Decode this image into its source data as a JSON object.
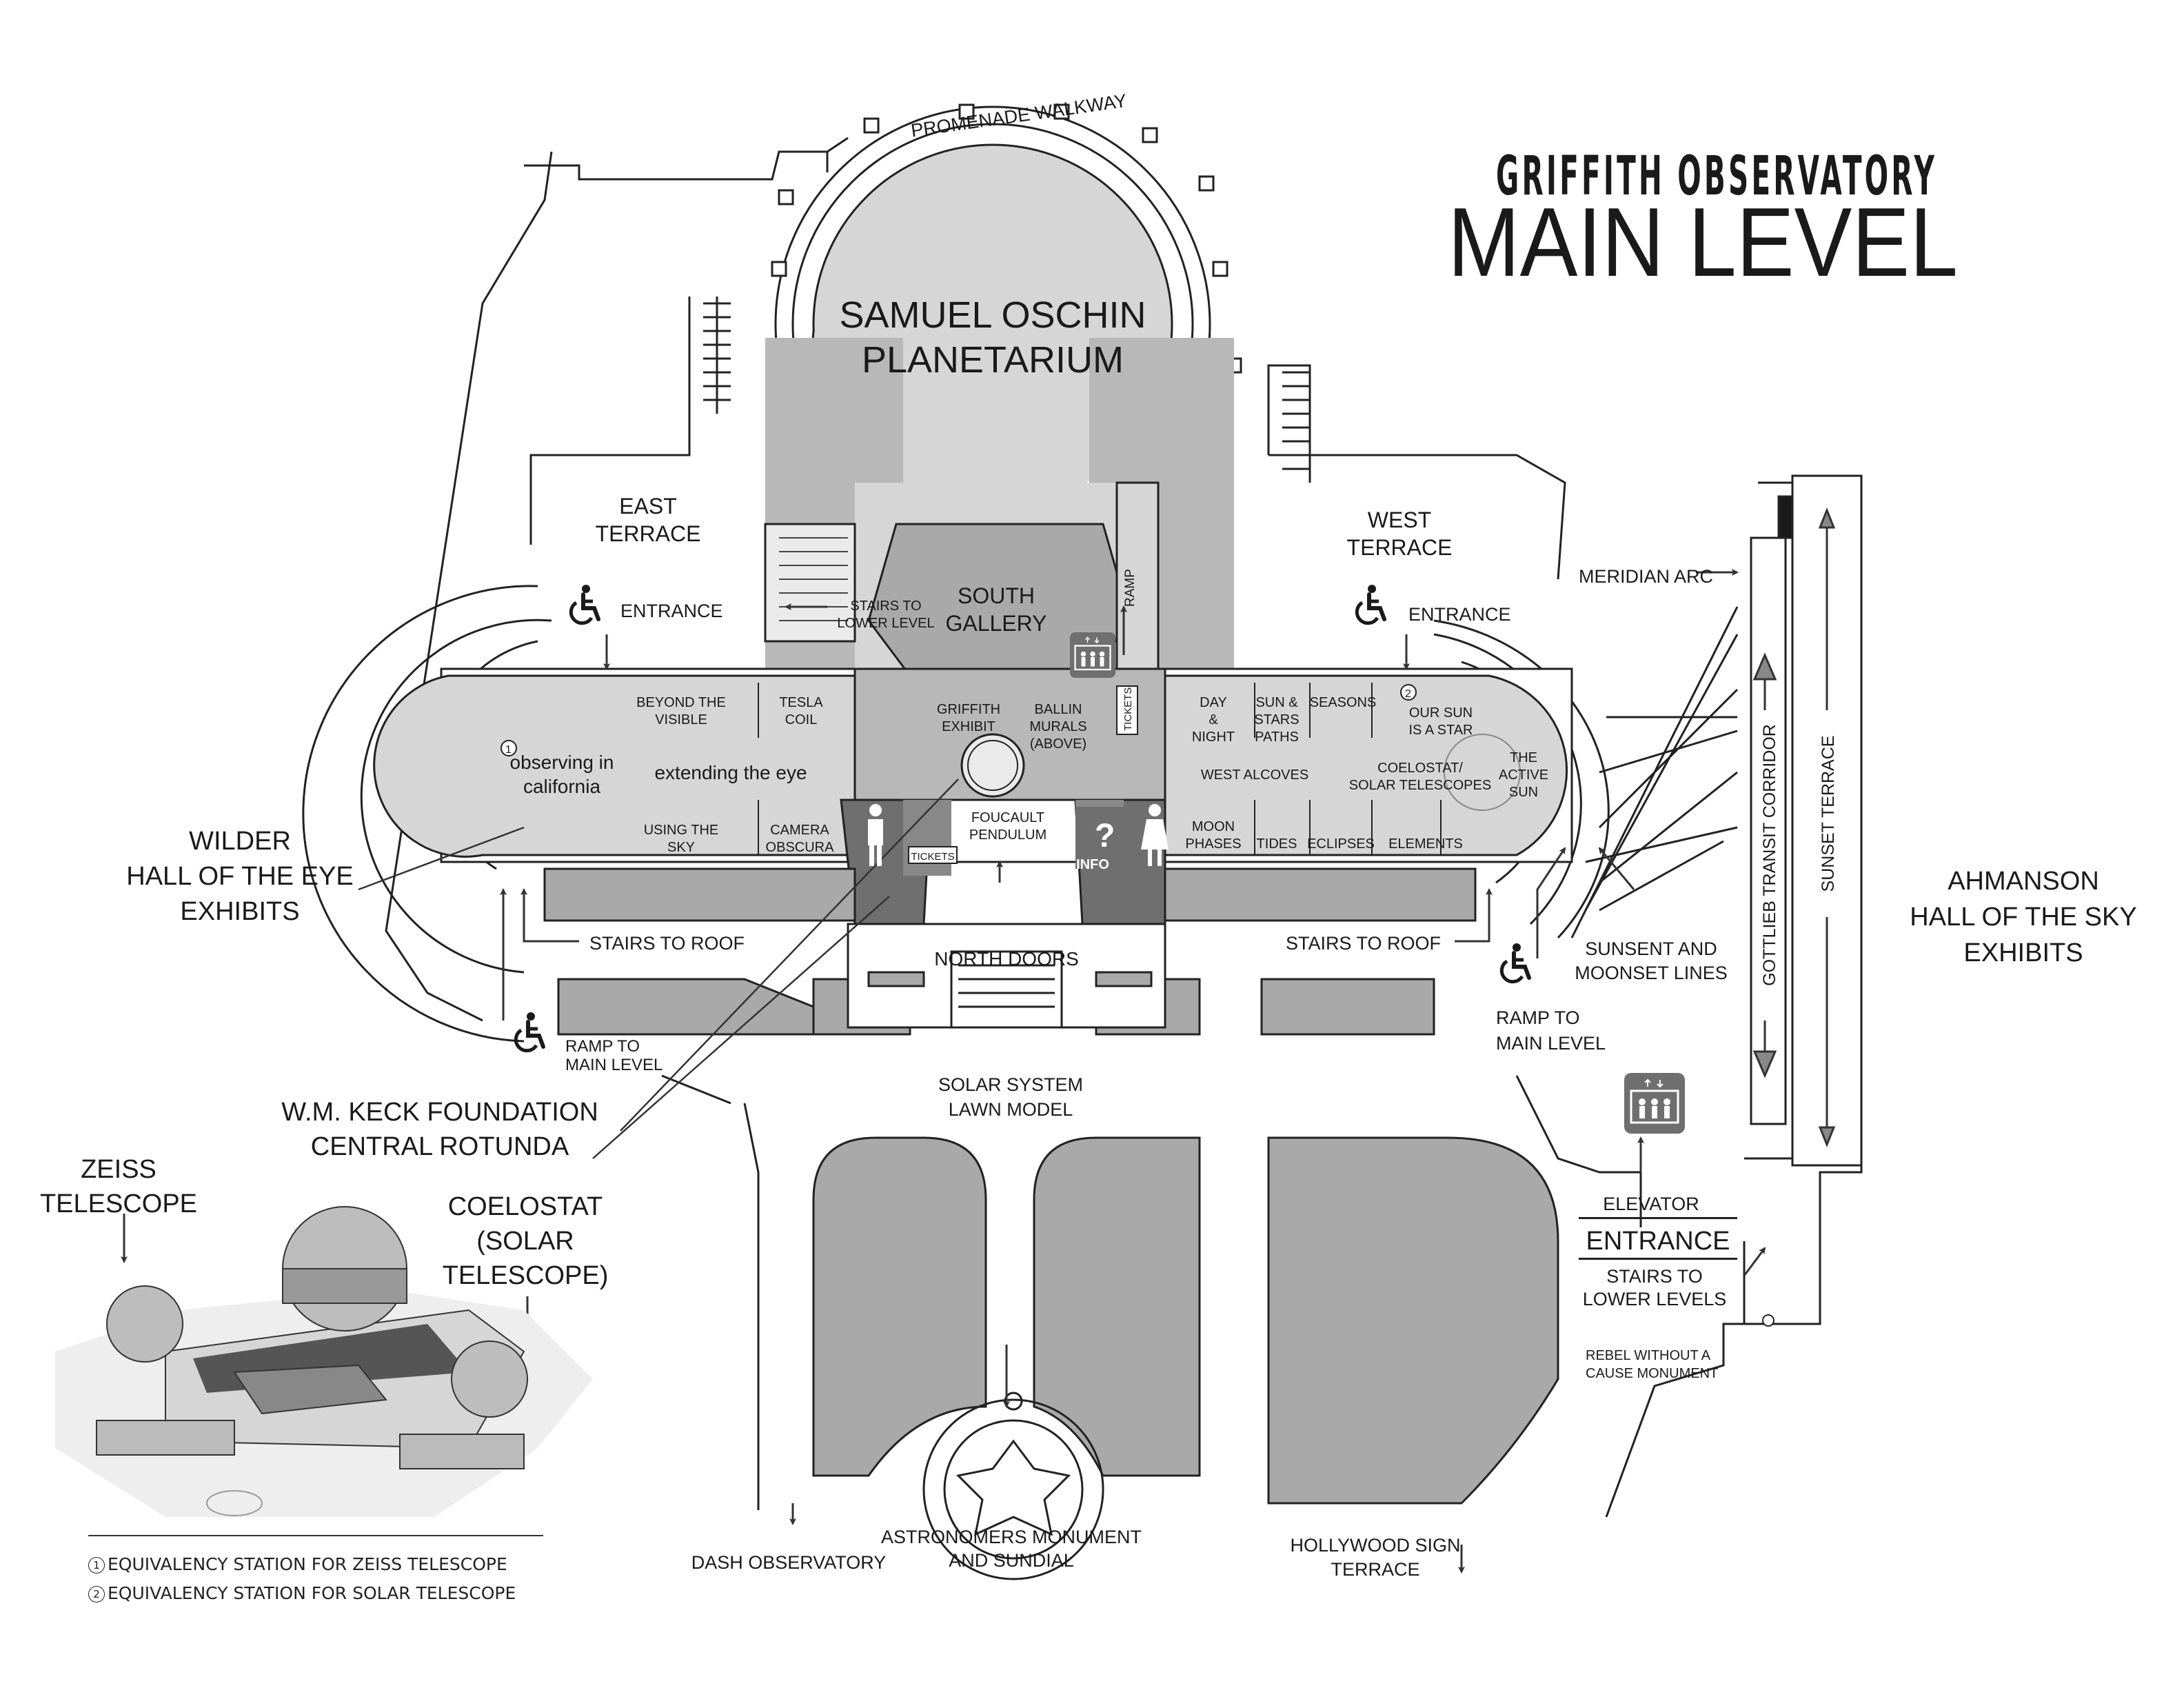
{
  "title": {
    "line1": "GRIFFITH OBSERVATORY",
    "line2": "MAIN LEVEL"
  },
  "places": {
    "planetarium_1": "SAMUEL OSCHIN",
    "planetarium_2": "PLANETARIUM",
    "promenade": "PROMENADE WALKWAY",
    "south_gallery_1": "SOUTH",
    "south_gallery_2": "GALLERY",
    "ramp_vertical": "RAMP",
    "east_terrace_1": "EAST",
    "east_terrace_2": "TERRACE",
    "west_terrace_1": "WEST",
    "west_terrace_2": "TERRACE",
    "entrance_east": "ENTRANCE",
    "entrance_west": "ENTRANCE",
    "stairs_lower_1": "STAIRS TO",
    "stairs_lower_2": "LOWER LEVEL",
    "meridian_arc": "MERIDIAN ARC",
    "beyond_visible_1": "BEYOND THE",
    "beyond_visible_2": "VISIBLE",
    "tesla_coil_1": "TESLA",
    "tesla_coil_2": "COIL",
    "observing_1": "observing in",
    "observing_2": "california",
    "extending_eye": "extending the eye",
    "using_sky_1": "USING THE",
    "using_sky_2": "SKY",
    "camera_obscura_1": "CAMERA",
    "camera_obscura_2": "OBSCURA",
    "griffith_exhibit_1": "GRIFFITH",
    "griffith_exhibit_2": "EXHIBIT",
    "ballin_1": "BALLIN",
    "ballin_2": "MURALS",
    "ballin_3": "(ABOVE)",
    "tickets_vertical": "TICKETS",
    "tickets_small": "TICKETS",
    "foucault_1": "FOUCAULT",
    "foucault_2": "PENDULUM",
    "info": "INFO",
    "day_night_1": "DAY",
    "day_night_2": "&",
    "day_night_3": "NIGHT",
    "sun_stars_1": "SUN &",
    "sun_stars_2": "STARS",
    "sun_stars_3": "PATHS",
    "seasons": "SEASONS",
    "our_sun_1": "OUR SUN",
    "our_sun_2": "IS A STAR",
    "west_alcoves": "WEST ALCOVES",
    "coelostat_1": "COELOSTAT/",
    "coelostat_2": "SOLAR TELESCOPES",
    "active_sun_1": "THE",
    "active_sun_2": "ACTIVE",
    "active_sun_3": "SUN",
    "moon_phases_1": "MOON",
    "moon_phases_2": "PHASES",
    "tides": "TIDES",
    "eclipses": "ECLIPSES",
    "elements": "ELEMENTS",
    "wilder_1": "WILDER",
    "wilder_2": "HALL OF THE EYE",
    "wilder_3": "EXHIBITS",
    "stairs_roof_east": "STAIRS TO ROOF",
    "stairs_roof_west": "STAIRS TO ROOF",
    "north_doors": "NORTH DOORS",
    "ramp_main_east_1": "RAMP TO",
    "ramp_main_east_2": "MAIN LEVEL",
    "ramp_main_west_1": "RAMP TO",
    "ramp_main_west_2": "MAIN LEVEL",
    "sunset_lines_1": "SUNSENT AND",
    "sunset_lines_2": "MOONSET LINES",
    "gottlieb": "GOTTLIEB TRANSIT CORRIDOR",
    "sunset_terrace": "SUNSET TERRACE",
    "ahmanson_1": "AHMANSON",
    "ahmanson_2": "HALL OF THE SKY",
    "ahmanson_3": "EXHIBITS",
    "keck_1": "W.M. KECK FOUNDATION",
    "keck_2": "CENTRAL ROTUNDA",
    "solar_system_1": "SOLAR SYSTEM",
    "solar_system_2": "LAWN MODEL",
    "elevator": "ELEVATOR",
    "entrance_main": "ENTRANCE",
    "stairs_lower_levels_1": "STAIRS TO",
    "stairs_lower_levels_2": "LOWER LEVELS",
    "rebel_1": "REBEL WITHOUT A",
    "rebel_2": "CAUSE MONUMENT",
    "zeiss_1": "ZEISS",
    "zeiss_2": "TELESCOPE",
    "coelostat_solar_1": "COELOSTAT",
    "coelostat_solar_2": "(SOLAR",
    "coelostat_solar_3": "TELESCOPE)",
    "dash": "DASH OBSERVATORY",
    "astronomers_1": "ASTRONOMERS MONUMENT",
    "astronomers_2": "AND SUNDIAL",
    "hollywood_1": "HOLLYWOOD SIGN",
    "hollywood_2": "TERRACE",
    "marker_1": "1",
    "marker_2": "2"
  },
  "footnotes": [
    {
      "num": "1",
      "text": "EQUIVALENCY STATION FOR ZEISS TELESCOPE"
    },
    {
      "num": "2",
      "text": "EQUIVALENCY STATION FOR SOLAR TELESCOPE"
    }
  ],
  "colors": {
    "light": "#d6d6d6",
    "mid": "#a9a9a9",
    "dark": "#6f6f6f",
    "line": "#222222",
    "white": "#ffffff"
  },
  "icons": [
    "wheelchair-icon",
    "elevator-icon",
    "restroom-man-icon",
    "restroom-woman-icon",
    "info-icon",
    "arrow-icon"
  ]
}
